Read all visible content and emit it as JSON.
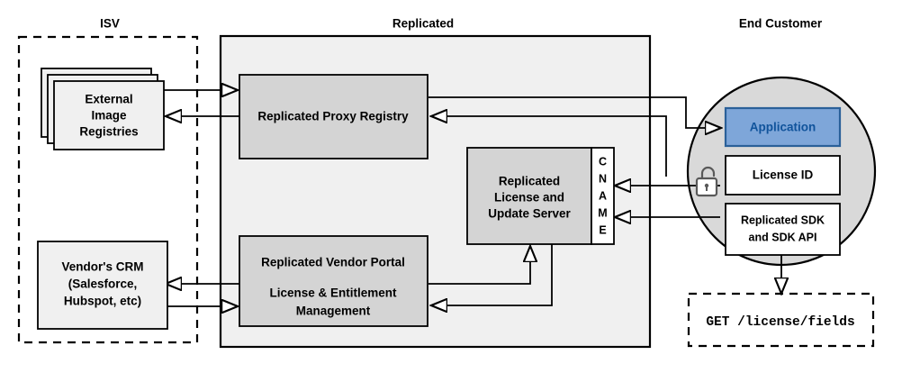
{
  "diagram": {
    "title_zones": [
      {
        "id": "isv",
        "label": "ISV"
      },
      {
        "id": "replicated",
        "label": "Replicated"
      },
      {
        "id": "end-customer",
        "label": "End Customer"
      }
    ],
    "colors": {
      "zone_fill": "#f0f0f0",
      "node_fill": "#d4d4d4",
      "white_fill": "#ffffff",
      "application_fill": "#7ea6d9",
      "application_stroke": "#2a6099",
      "application_text": "#10539b",
      "stroke": "#000000",
      "lock_stroke": "#595959",
      "customer_circle_fill": "#d9d9d9"
    },
    "nodes": {
      "external_image_registries": {
        "lines": [
          "External",
          "Image",
          "Registries"
        ],
        "stacked": true
      },
      "vendors_crm": {
        "lines": [
          "Vendor's CRM",
          "(Salesforce,",
          "Hubspot, etc)"
        ]
      },
      "proxy_registry": {
        "lines": [
          "Replicated Proxy Registry"
        ]
      },
      "license_update_server": {
        "lines": [
          "Replicated",
          "License and",
          "Update Server"
        ]
      },
      "cname": {
        "letters": [
          "C",
          "N",
          "A",
          "M",
          "E"
        ],
        "label": "CNAME"
      },
      "vendor_portal": {
        "lines": [
          "Replicated Vendor Portal",
          "",
          "License & Entitlement",
          "Management"
        ],
        "line1": "Replicated Vendor Portal",
        "line2": "License & Entitlement",
        "line3": "Management"
      },
      "application": {
        "lines": [
          "Application"
        ]
      },
      "license_id": {
        "lines": [
          "License ID"
        ]
      },
      "replicated_sdk": {
        "lines": [
          "Replicated SDK",
          "and SDK API"
        ]
      },
      "api_request": {
        "lines": [
          "GET /license/fields"
        ]
      }
    },
    "icons": {
      "unlocked_padlock": "unlocked-padlock-icon"
    }
  }
}
